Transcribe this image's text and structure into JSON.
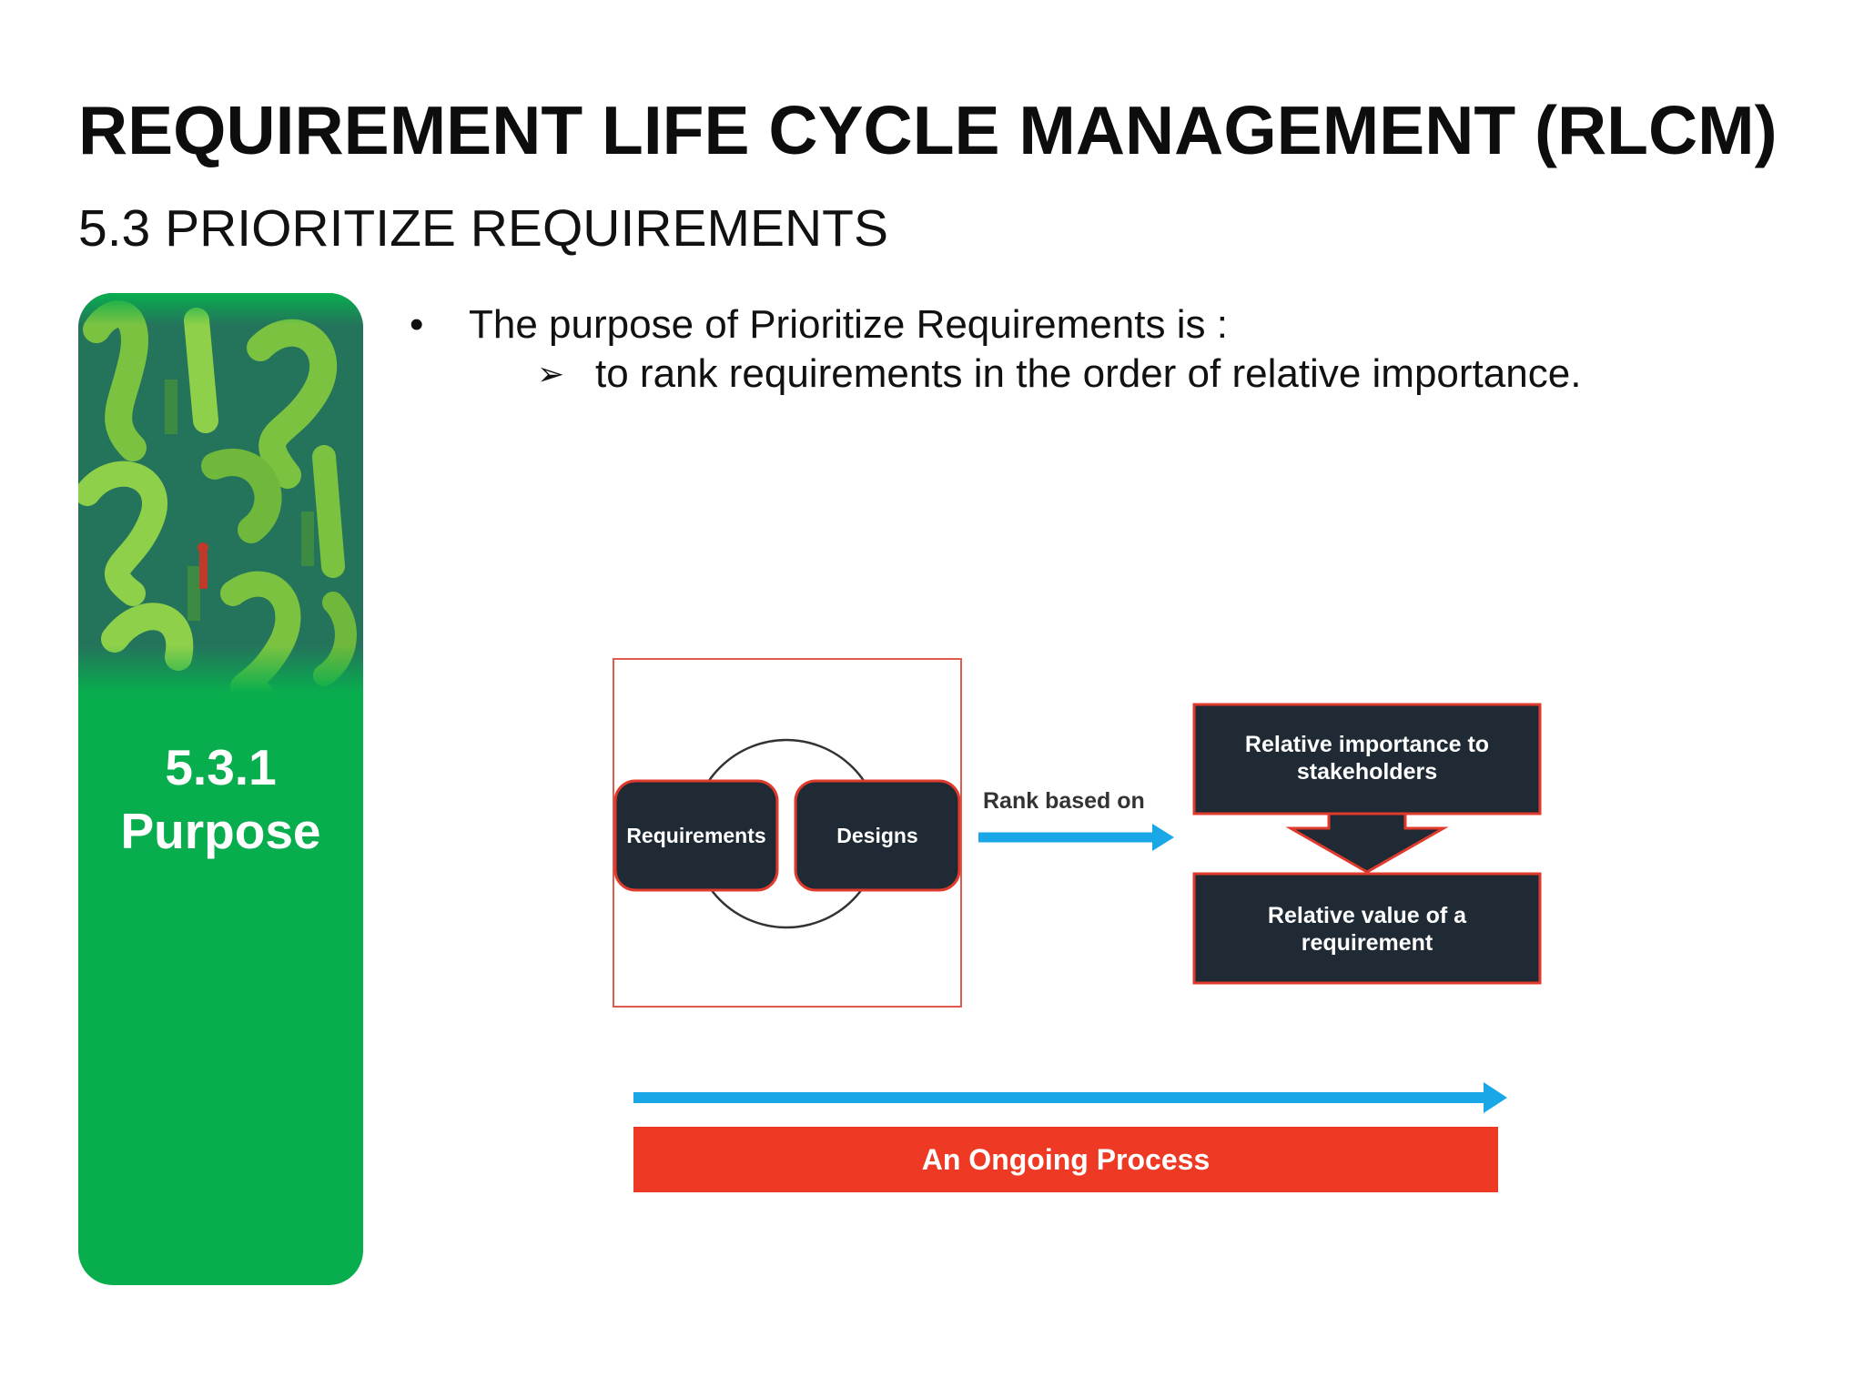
{
  "slide": {
    "title": "REQUIREMENT LIFE CYCLE MANAGEMENT (RLCM)",
    "subtitle": "5.3 PRIORITIZE REQUIREMENTS"
  },
  "side_panel": {
    "number": "5.3.1",
    "label": "Purpose",
    "color": "#08ae4e"
  },
  "body": {
    "bullet": "The purpose of Prioritize Requirements is :",
    "bullet_symbol": "•",
    "sub_bullet_symbol": "➢",
    "sub_bullet": "to rank requirements in the order of relative importance."
  },
  "diagram": {
    "left_nodes": [
      "Requirements",
      "Designs"
    ],
    "rank_label": "Rank based on",
    "right_top_lines": [
      "Relative importance to",
      "stakeholders"
    ],
    "right_bottom_lines": [
      "Relative value of a",
      "requirement"
    ],
    "banner": "An Ongoing Process",
    "colors": {
      "node_fill": "#1f2a35",
      "node_border": "#e03a2c",
      "arrow": "#1aa7e8",
      "banner": "#ee3a24"
    }
  }
}
